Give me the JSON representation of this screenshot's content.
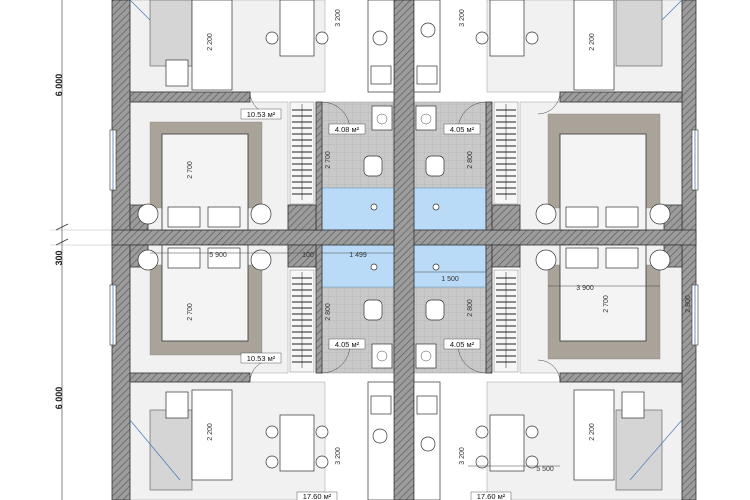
{
  "dimensions": {
    "left_vertical": [
      "6 000",
      "300",
      "6 000"
    ],
    "horizontal": [
      "5 900",
      "100",
      "1 499",
      "1 500",
      "3 900",
      "5 500"
    ],
    "vertical": [
      "3 200",
      "3 200",
      "2 700",
      "2 800",
      "2 700",
      "2 800",
      "2 700",
      "2 800",
      "2 700",
      "2 800",
      "3 200",
      "3 200",
      "2 200",
      "2 200",
      "2 200",
      "2 200"
    ]
  },
  "areas": {
    "bedroom_top_left": "10.53 м²",
    "bath_top_left": "4.08 м²",
    "bath_top_right": "4.05 м²",
    "bedroom_bottom_left": "10.53 м²",
    "bath_bottom_left": "4.05 м²",
    "bath_bottom_right": "4.05 м²",
    "living_bottom_left": "17.60 м²",
    "living_bottom_right": "17.60 м²"
  },
  "colors": {
    "wall": "#8a8a8a",
    "room_floor": "#f1f1f1",
    "bath_tile": "#c8c8c8",
    "shower": "#b9dbf7",
    "rug": "#a9a39a",
    "window": "#4a78b8"
  }
}
